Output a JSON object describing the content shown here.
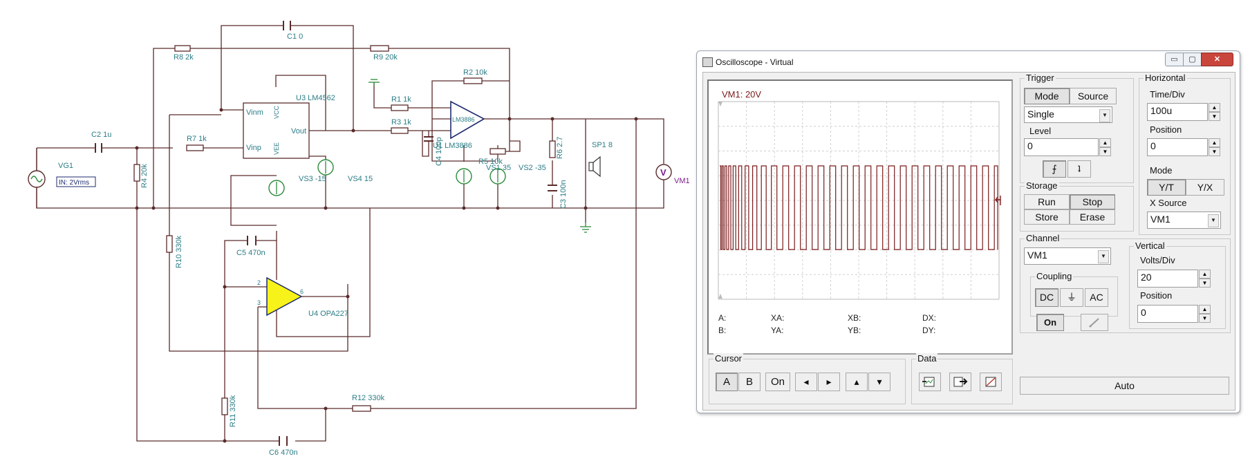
{
  "schematic": {
    "components": {
      "c1": "C1 0",
      "r8": "R8 2k",
      "r9": "R9 20k",
      "r2": "R2 10k",
      "u3": "U3 LM4562",
      "u3_vinm": "Vinm",
      "u3_vinp": "Vinp",
      "u3_vout": "Vout",
      "u3_vcc": "VCC",
      "u3_vee": "VEE",
      "r1": "R1 1k",
      "r3": "R3 1k",
      "u1": "U1 LM3886",
      "u1_body": "LM3886",
      "c4": "C4 100p",
      "r5": "R5 10k",
      "vs1": "VS1 35",
      "vs2": "VS2 -35",
      "r6": "R6 2.7",
      "c3": "C3 100n",
      "sp1": "SP1 8",
      "vm1": "VM1",
      "vm1_symbol": "V",
      "c2": "C2 1u",
      "r7": "R7 1k",
      "vg1": "VG1",
      "vg1_setting": "IN: 2Vrms",
      "r4": "R4 20k",
      "vs3": "VS3 -15",
      "vs4": "VS4 15",
      "r10": "R10 330k",
      "c5": "C5 470n",
      "u4": "U4 OPA227",
      "u4_pin2": "2",
      "u4_pin3": "3",
      "u4_pin6": "6",
      "r11": "R11 330k",
      "r12": "R12 330k",
      "c6": "C6 470n"
    }
  },
  "oscilloscope": {
    "title": "Oscilloscope - Virtual",
    "window_buttons": {
      "minimize": "▭",
      "maximize": "▢",
      "close": "✕"
    },
    "display": {
      "channel_label": "VM1: 20V",
      "trace_color": "#7a1a1a",
      "cursor_readouts": {
        "a": "A:",
        "b": "B:",
        "xa": "XA:",
        "ya": "YA:",
        "xb": "XB:",
        "yb": "YB:",
        "dx": "DX:",
        "dy": "DY:"
      }
    },
    "trigger": {
      "title": "Trigger",
      "mode_tab": "Mode",
      "source_tab": "Source",
      "mode_value": "Single",
      "level_label": "Level",
      "level_value": "0",
      "rising_edge": "⨍",
      "falling_edge": "ʇ"
    },
    "horizontal": {
      "title": "Horizontal",
      "time_div_label": "Time/Div",
      "time_div_value": "100u",
      "position_label": "Position",
      "position_value": "0",
      "mode_label": "Mode",
      "mode_yt": "Y/T",
      "mode_yx": "Y/X",
      "x_source_label": "X Source",
      "x_source_value": "VM1"
    },
    "storage": {
      "title": "Storage",
      "run": "Run",
      "stop": "Stop",
      "store": "Store",
      "erase": "Erase"
    },
    "channel": {
      "title": "Channel",
      "value": "VM1",
      "coupling_title": "Coupling",
      "dc": "DC",
      "ground": "⏚",
      "ac": "AC",
      "on": "On"
    },
    "vertical": {
      "title": "Vertical",
      "volts_div_label": "Volts/Div",
      "volts_div_value": "20",
      "position_label": "Position",
      "position_value": "0"
    },
    "cursor": {
      "title": "Cursor",
      "a": "A",
      "b": "B",
      "on": "On",
      "left": "◂",
      "right": "▸",
      "up": "▴",
      "down": "▾"
    },
    "data": {
      "title": "Data",
      "import_icon": "import-icon",
      "export_icon": "export-icon",
      "clear_icon": "clear-icon"
    },
    "auto": "Auto"
  }
}
